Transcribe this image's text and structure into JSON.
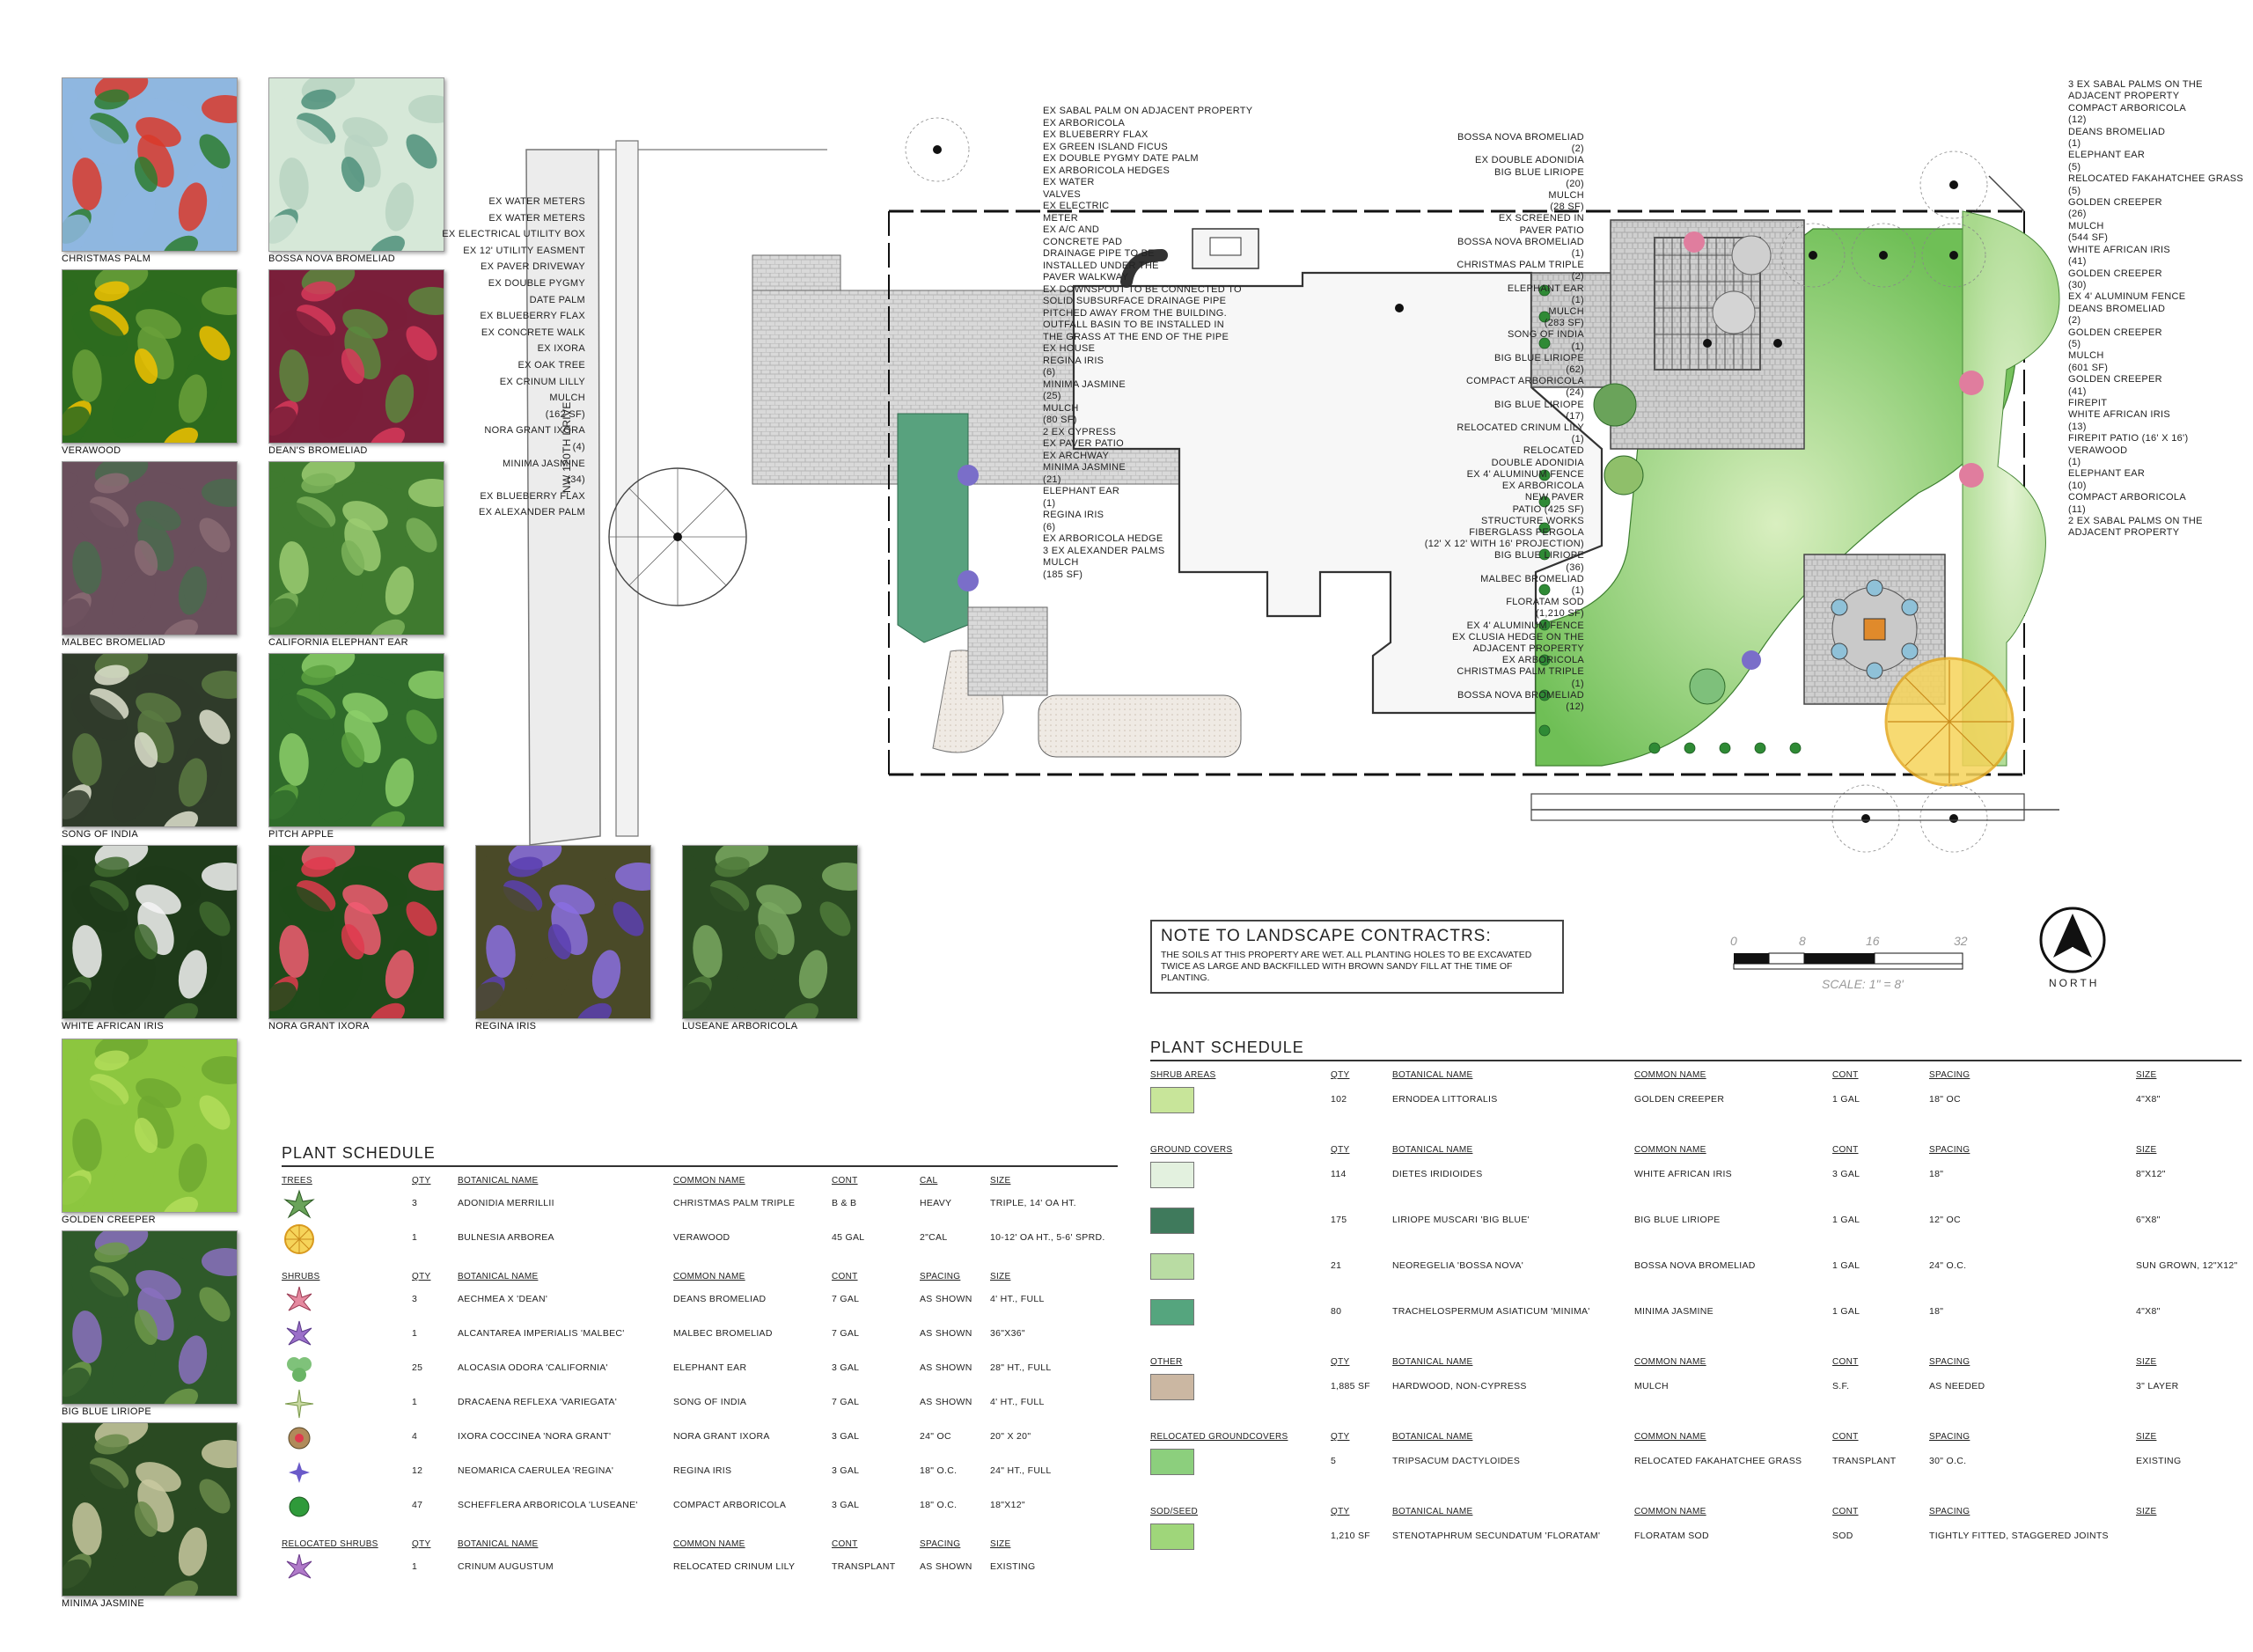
{
  "photos": [
    {
      "label": "CHRISTMAS PALM"
    },
    {
      "label": "BOSSA NOVA BROMELIAD"
    },
    {
      "label": "VERAWOOD"
    },
    {
      "label": "DEAN'S BROMELIAD"
    },
    {
      "label": "MALBEC BROMELIAD"
    },
    {
      "label": "CALIFORNIA ELEPHANT EAR"
    },
    {
      "label": "SONG OF INDIA"
    },
    {
      "label": "PITCH APPLE"
    },
    {
      "label": "WHITE AFRICAN IRIS"
    },
    {
      "label": "NORA GRANT IXORA"
    },
    {
      "label": "REGINA IRIS"
    },
    {
      "label": "LUSEANE ARBORICOLA"
    },
    {
      "label": "GOLDEN CREEPER"
    },
    {
      "label": "BIG BLUE LIRIOPE"
    },
    {
      "label": "MINIMA JASMINE"
    }
  ],
  "street_label": "NW 120TH DRIVE",
  "callouts_left": [
    "EX WATER METERS",
    "EX WATER METERS",
    "EX ELECTRICAL UTILITY BOX",
    "EX 12' UTILITY EASMENT",
    "EX PAVER DRIVEWAY",
    "EX DOUBLE PYGMY",
    "DATE PALM",
    "EX BLUEBERRY FLAX",
    "EX CONCRETE WALK",
    "EX IXORA",
    "EX OAK TREE",
    "EX CRINUM LILLY",
    "MULCH",
    "(162 SF)",
    "NORA GRANT IXORA",
    "(4)",
    "MINIMA JASMINE",
    "(34)",
    "EX BLUEBERRY FLAX",
    "EX ALEXANDER PALM"
  ],
  "callouts_top": [
    "EX SABAL PALM ON ADJACENT PROPERTY",
    "EX ARBORICOLA",
    "EX BLUEBERRY FLAX",
    "EX GREEN ISLAND FICUS",
    "EX DOUBLE PYGMY DATE PALM",
    "EX ARBORICOLA HEDGES",
    "EX WATER",
    "VALVES",
    "EX ELECTRIC",
    "METER",
    "EX A/C AND",
    "CONCRETE PAD",
    "DRAINAGE PIPE TO BE",
    "INSTALLED UNDER THE",
    "PAVER WALKWAY",
    "EX DOWNSPOUT TO BE CONNECTED TO",
    "SOLID SUBSURFACE DRAINAGE PIPE",
    "PITCHED AWAY FROM THE BUILDING.",
    "OUTFALL BASIN TO BE INSTALLED IN",
    "THE GRASS AT THE END OF THE PIPE",
    "EX HOUSE",
    "REGINA IRIS",
    "(6)",
    "MINIMA JASMINE",
    "(25)",
    "MULCH",
    "(80 SF)",
    "2 EX CYPRESS",
    "EX PAVER PATIO",
    "EX ARCHWAY",
    "MINIMA JASMINE",
    "(21)",
    "ELEPHANT EAR",
    "(1)",
    "REGINA IRIS",
    "(6)",
    "EX ARBORICOLA HEDGE",
    "3 EX ALEXANDER PALMS",
    "MULCH",
    "(185 SF)"
  ],
  "callouts_mid": [
    "BOSSA NOVA BROMELIAD",
    "(2)",
    "EX DOUBLE ADONIDIA",
    "BIG BLUE LIRIOPE",
    "(20)",
    "MULCH",
    "(28 SF)",
    "EX SCREENED IN",
    "PAVER PATIO",
    "BOSSA NOVA BROMELIAD",
    "(1)",
    "CHRISTMAS PALM TRIPLE",
    "(2)",
    "ELEPHANT EAR",
    "(1)",
    "MULCH",
    "(283 SF)",
    "SONG OF INDIA",
    "(1)",
    "BIG BLUE LIRIOPE",
    "(62)",
    "COMPACT ARBORICOLA",
    "(24)",
    "BIG BLUE LIRIOPE",
    "(17)",
    "RELOCATED CRINUM LILY",
    "(1)",
    "RELOCATED",
    "DOUBLE ADONIDIA",
    "EX 4' ALUMINUM FENCE",
    "EX ARBORICOLA",
    "NEW PAVER",
    "PATIO (425 SF)",
    "STRUCTURE WORKS",
    "FIBERGLASS PERGOLA",
    "(12' X 12' WITH 16' PROJECTION)",
    "BIG BLUE LIRIOPE",
    "(36)",
    "MALBEC BROMELIAD",
    "(1)",
    "FLORATAM SOD",
    "(1,210 SF)",
    "EX 4' ALUMINUM FENCE",
    "EX CLUSIA HEDGE ON THE",
    "ADJACENT PROPERTY",
    "EX ARBORICOLA",
    "CHRISTMAS PALM TRIPLE",
    "(1)",
    "BOSSA NOVA BROMELIAD",
    "(12)"
  ],
  "callouts_right": [
    "3 EX SABAL PALMS ON THE",
    "ADJACENT PROPERTY",
    "COMPACT ARBORICOLA",
    "(12)",
    "DEANS BROMELIAD",
    "(1)",
    "ELEPHANT EAR",
    "(5)",
    "RELOCATED FAKAHATCHEE GRASS",
    "(5)",
    "GOLDEN CREEPER",
    "(26)",
    "MULCH",
    "(544 SF)",
    "WHITE AFRICAN IRIS",
    "(41)",
    "GOLDEN CREEPER",
    "(30)",
    "EX 4' ALUMINUM FENCE",
    "DEANS BROMELIAD",
    "(2)",
    "GOLDEN CREEPER",
    "(5)",
    "MULCH",
    "(601 SF)",
    "GOLDEN CREEPER",
    "(41)",
    "FIREPIT",
    "WHITE AFRICAN IRIS",
    "(13)",
    "FIREPIT PATIO (16' X 16')",
    "VERAWOOD",
    "(1)",
    "ELEPHANT EAR",
    "(10)",
    "COMPACT ARBORICOLA",
    "(11)",
    "2 EX SABAL PALMS ON THE",
    "ADJACENT PROPERTY"
  ],
  "note": {
    "title": "NOTE TO LANDSCAPE CONTRACTRS:",
    "body": "THE SOILS AT THIS PROPERTY ARE WET. ALL PLANTING HOLES TO BE EXCAVATED TWICE AS LARGE AND BACKFILLED WITH BROWN SANDY FILL AT THE TIME OF PLANTING."
  },
  "scale": {
    "ticks": [
      "0",
      "8",
      "16",
      "32"
    ],
    "label": "SCALE: 1\" = 8'",
    "north": "NORTH"
  },
  "schedule_left": {
    "title": "PLANT SCHEDULE",
    "groups": [
      {
        "name": "TREES",
        "headers": [
          "QTY",
          "BOTANICAL NAME",
          "COMMON NAME",
          "CONT",
          "CAL",
          "SIZE"
        ],
        "rows": [
          {
            "icon": "palm-star-icon",
            "qty": "3",
            "bot": "ADONIDIA MERRILLII",
            "com": "CHRISTMAS PALM TRIPLE",
            "cont": "B & B",
            "c5": "HEAVY",
            "size": "TRIPLE, 14' OA HT."
          },
          {
            "icon": "verawood-icon",
            "qty": "1",
            "bot": "BULNESIA ARBOREA",
            "com": "VERAWOOD",
            "cont": "45 GAL",
            "c5": "2\"CAL",
            "size": "10-12' OA HT., 5-6' SPRD."
          }
        ]
      },
      {
        "name": "SHRUBS",
        "headers": [
          "QTY",
          "BOTANICAL NAME",
          "COMMON NAME",
          "CONT",
          "SPACING",
          "SIZE"
        ],
        "rows": [
          {
            "icon": "deans-bromeliad-icon",
            "qty": "3",
            "bot": "AECHMEA X 'DEAN'",
            "com": "DEANS BROMELIAD",
            "cont": "7 GAL",
            "c5": "AS SHOWN",
            "size": "4' HT., FULL"
          },
          {
            "icon": "malbec-bromeliad-icon",
            "qty": "1",
            "bot": "ALCANTAREA IMPERIALIS 'MALBEC'",
            "com": "MALBEC BROMELIAD",
            "cont": "7 GAL",
            "c5": "AS SHOWN",
            "size": "36\"X36\""
          },
          {
            "icon": "elephant-ear-icon",
            "qty": "25",
            "bot": "ALOCASIA ODORA 'CALIFORNIA'",
            "com": "ELEPHANT EAR",
            "cont": "3 GAL",
            "c5": "AS SHOWN",
            "size": "28\" HT., FULL"
          },
          {
            "icon": "song-of-india-icon",
            "qty": "1",
            "bot": "DRACAENA REFLEXA 'VARIEGATA'",
            "com": "SONG OF INDIA",
            "cont": "7 GAL",
            "c5": "AS SHOWN",
            "size": "4' HT., FULL"
          },
          {
            "icon": "ixora-icon",
            "qty": "4",
            "bot": "IXORA COCCINEA 'NORA GRANT'",
            "com": "NORA GRANT IXORA",
            "cont": "3 GAL",
            "c5": "24\" OC",
            "size": "20\" x 20\""
          },
          {
            "icon": "regina-iris-icon",
            "qty": "12",
            "bot": "NEOMARICA CAERULEA 'REGINA'",
            "com": "REGINA IRIS",
            "cont": "3 GAL",
            "c5": "18\" O.C.",
            "size": "24\" HT., FULL"
          },
          {
            "icon": "arboricola-icon",
            "qty": "47",
            "bot": "SCHEFFLERA ARBORICOLA 'LUSEANE'",
            "com": "COMPACT ARBORICOLA",
            "cont": "3 GAL",
            "c5": "18\" O.C.",
            "size": "18\"x12\""
          }
        ]
      },
      {
        "name": "RELOCATED SHRUBS",
        "headers": [
          "QTY",
          "BOTANICAL NAME",
          "COMMON NAME",
          "CONT",
          "SPACING",
          "SIZE"
        ],
        "rows": [
          {
            "icon": "crinum-icon",
            "qty": "1",
            "bot": "CRINUM AUGUSTUM",
            "com": "RELOCATED CRINUM LILY",
            "cont": "TRANSPLANT",
            "c5": "AS SHOWN",
            "size": "EXISTING"
          }
        ]
      }
    ]
  },
  "schedule_right": {
    "title": "PLANT SCHEDULE",
    "groups": [
      {
        "name": "SHRUB AREAS",
        "headers": [
          "QTY",
          "BOTANICAL NAME",
          "COMMON NAME",
          "CONT",
          "SPACING",
          "SIZE"
        ],
        "rows": [
          {
            "color": "#c8e59a",
            "qty": "102",
            "bot": "ERNODEA LITTORALIS",
            "com": "GOLDEN CREEPER",
            "cont": "1 GAL",
            "c5": "18\" OC",
            "size": "4\"x8\""
          }
        ]
      },
      {
        "name": "GROUND COVERS",
        "headers": [
          "QTY",
          "BOTANICAL NAME",
          "COMMON NAME",
          "CONT",
          "SPACING",
          "SIZE"
        ],
        "rows": [
          {
            "color": "#e3f1df",
            "qty": "114",
            "bot": "DIETES IRIDIOIDES",
            "com": "WHITE AFRICAN IRIS",
            "cont": "3 GAL",
            "c5": "18\"",
            "size": "8\"x12\""
          },
          {
            "color": "#3f7a5c",
            "qty": "175",
            "bot": "LIRIOPE MUSCARI 'BIG BLUE'",
            "com": "BIG BLUE LIRIOPE",
            "cont": "1 GAL",
            "c5": "12\" OC",
            "size": "6\"x8\""
          },
          {
            "color": "#b9dca3",
            "qty": "21",
            "bot": "NEOREGELIA 'BOSSA NOVA'",
            "com": "BOSSA NOVA BROMELIAD",
            "cont": "1 GAL",
            "c5": "24\" O.C.",
            "size": "SUN GROWN, 12\"x12\""
          },
          {
            "color": "#55a57e",
            "qty": "80",
            "bot": "TRACHELOSPERMUM ASIATICUM 'MINIMA'",
            "com": "MINIMA JASMINE",
            "cont": "1 GAL",
            "c5": "18\"",
            "size": "4\"x8\""
          }
        ]
      },
      {
        "name": "OTHER",
        "headers": [
          "QTY",
          "BOTANICAL NAME",
          "COMMON NAME",
          "CONT",
          "SPACING",
          "SIZE"
        ],
        "rows": [
          {
            "color": "#cbb7a2",
            "qty": "1,885 SF",
            "bot": "HARDWOOD, NON-CYPRESS",
            "com": "MULCH",
            "cont": "S.F.",
            "c5": "AS NEEDED",
            "size": "3\" LAYER"
          }
        ]
      },
      {
        "name": "RELOCATED GROUNDCOVERS",
        "headers": [
          "QTY",
          "BOTANICAL NAME",
          "COMMON NAME",
          "CONT",
          "SPACING",
          "SIZE"
        ],
        "rows": [
          {
            "color": "#8ccf7d",
            "qty": "5",
            "bot": "TRIPSACUM DACTYLOIDES",
            "com": "RELOCATED FAKAHATCHEE GRASS",
            "cont": "TRANSPLANT",
            "c5": "30\" O.C.",
            "size": "EXISTING"
          }
        ]
      },
      {
        "name": "SOD/SEED",
        "headers": [
          "QTY",
          "BOTANICAL NAME",
          "COMMON NAME",
          "CONT",
          "SPACING",
          "SIZE"
        ],
        "rows": [
          {
            "color": "#9fd67a",
            "qty": "1,210 SF",
            "bot": "STENOTAPHRUM SECUNDATUM 'FLORATAM'",
            "com": "FLORATAM SOD",
            "cont": "SOD",
            "c5": "TIGHTLY FITTED, STAGGERED JOINTS",
            "size": ""
          }
        ]
      }
    ]
  }
}
